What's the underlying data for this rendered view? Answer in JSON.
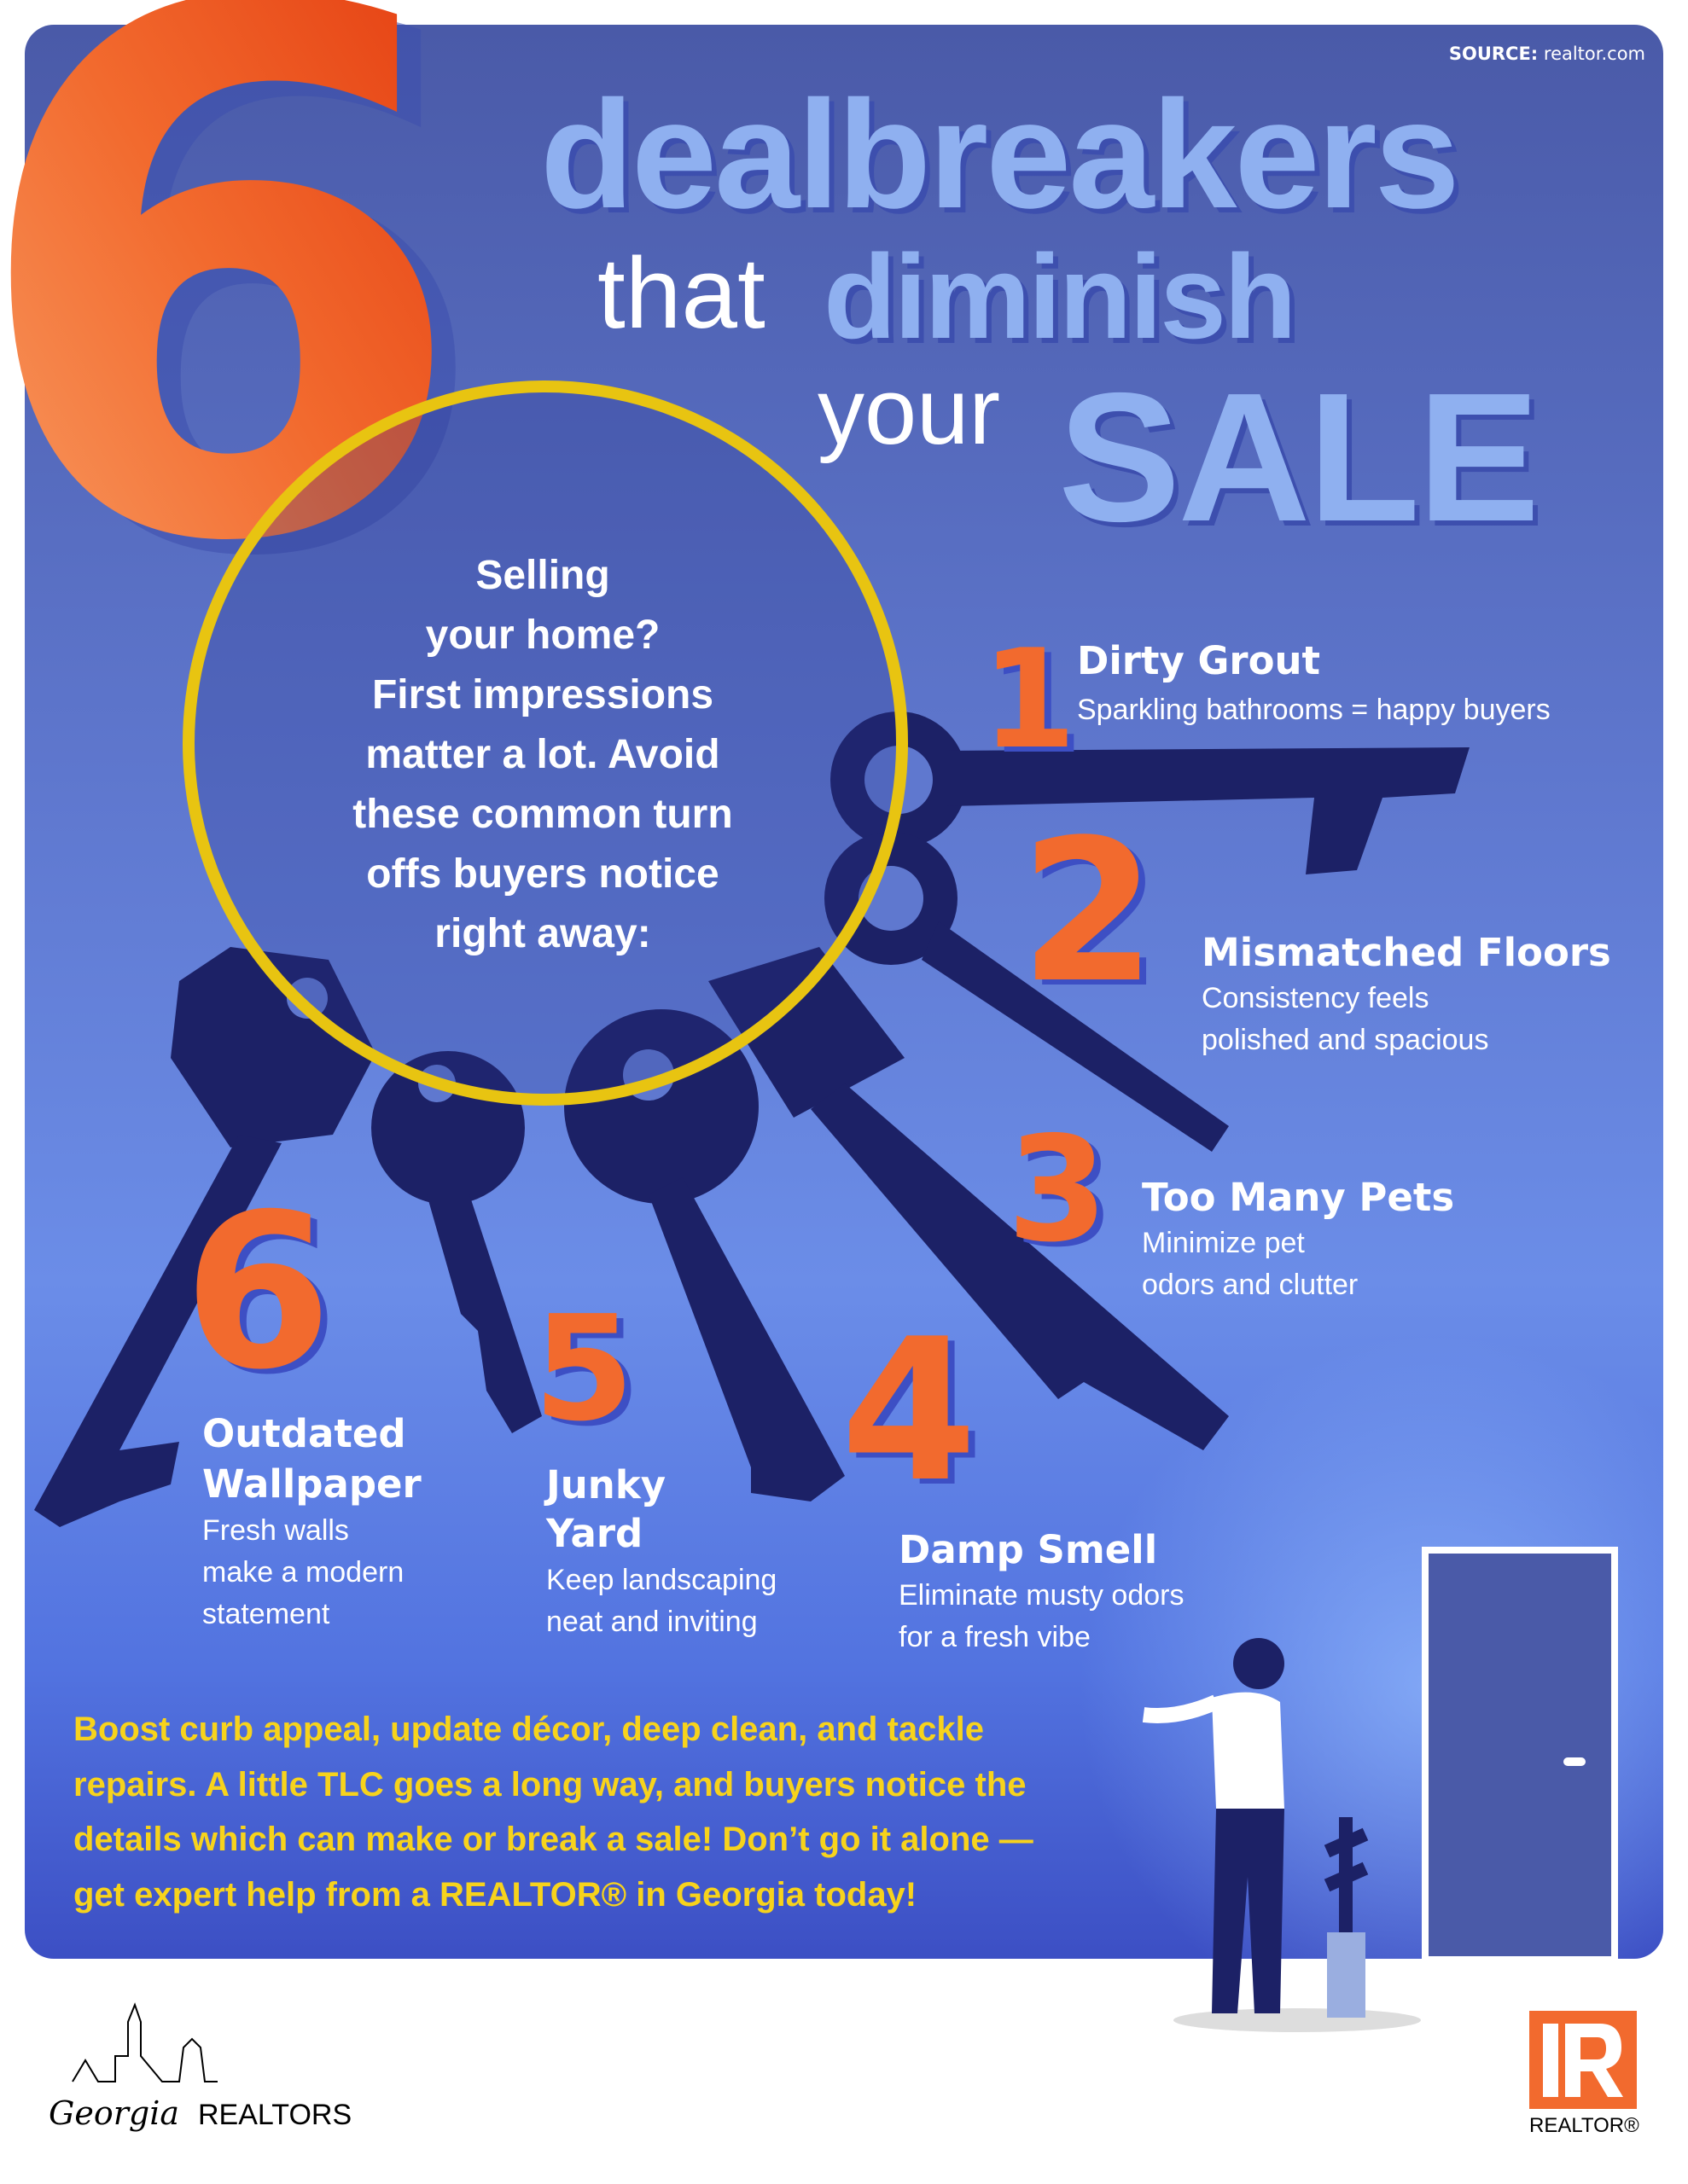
{
  "source": {
    "label": "SOURCE:",
    "value": "realtor.com"
  },
  "title": {
    "number": "6",
    "line1": "dealbreakers",
    "that": "that",
    "diminish": "diminish",
    "your": "your",
    "sale": "SALE"
  },
  "intro": [
    "Selling",
    "your home?",
    "First impressions",
    "matter a lot. Avoid",
    "these common turn",
    "offs buyers notice",
    "right away:"
  ],
  "items": [
    {
      "number": "1",
      "title": "Dirty Grout",
      "desc": [
        "Sparkling bathrooms = happy buyers"
      ]
    },
    {
      "number": "2",
      "title": "Mismatched Floors",
      "desc": [
        "Consistency feels",
        "polished and spacious"
      ]
    },
    {
      "number": "3",
      "title": "Too Many Pets",
      "desc": [
        "Minimize pet",
        "odors and clutter"
      ]
    },
    {
      "number": "4",
      "title": "Damp Smell",
      "desc": [
        "Eliminate musty odors",
        "for a fresh vibe"
      ]
    },
    {
      "number": "5",
      "title": [
        "Junky",
        "Yard"
      ],
      "desc": [
        "Keep landscaping",
        "neat and inviting"
      ]
    },
    {
      "number": "6",
      "title": [
        "Outdated",
        "Wallpaper"
      ],
      "desc": [
        "Fresh walls",
        "make a modern",
        "statement"
      ]
    }
  ],
  "cta": [
    "Boost curb appeal, update décor, deep clean, and tackle",
    "repairs. A little TLC goes a long way, and buyers notice the",
    "details which can make or break a sale! Don’t go it alone —",
    "get expert help from a REALTOR® in Georgia today!"
  ],
  "footer": {
    "georgia_logo": "Georgia REALTORS",
    "realtor_logo": "REALTOR®"
  },
  "colors": {
    "orange": "#f26a2e",
    "navy": "#1c2166",
    "yellow": "#f7d31c",
    "panel": "#5f78cf"
  }
}
